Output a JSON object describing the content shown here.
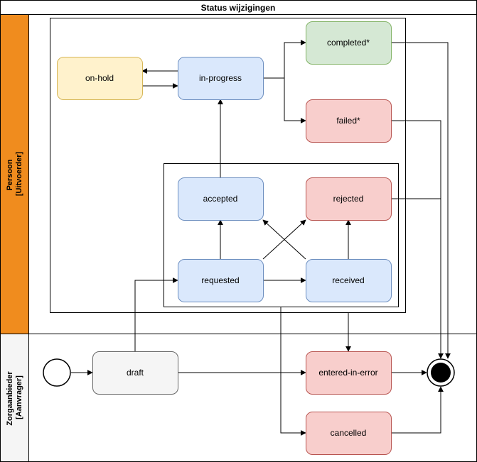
{
  "title": "Status wijzigingen",
  "lanes": {
    "top": {
      "line1": "Persoon",
      "line2": "[Uitvoerder]",
      "color": "#f08c1e"
    },
    "bottom": {
      "line1": "Zorgaanbieder",
      "line2": "[Aanvrager]",
      "color": "#f5f5f5"
    }
  },
  "colors": {
    "blue_fill": "#dae8fc",
    "blue_stroke": "#6c8ebf",
    "green_fill": "#d5e8d4",
    "green_stroke": "#82b366",
    "red_fill": "#f8cecc",
    "red_stroke": "#b85450",
    "yellow_fill": "#fff2cc",
    "yellow_stroke": "#d6b656",
    "gray_fill": "#f5f5f5",
    "gray_stroke": "#666666"
  },
  "nodes": {
    "on_hold": "on-hold",
    "in_progress": "in-progress",
    "completed": "completed*",
    "failed": "failed*",
    "accepted": "accepted",
    "rejected": "rejected",
    "requested": "requested",
    "received": "received",
    "draft": "draft",
    "entered_in_error": "entered-in-error",
    "cancelled": "cancelled"
  }
}
